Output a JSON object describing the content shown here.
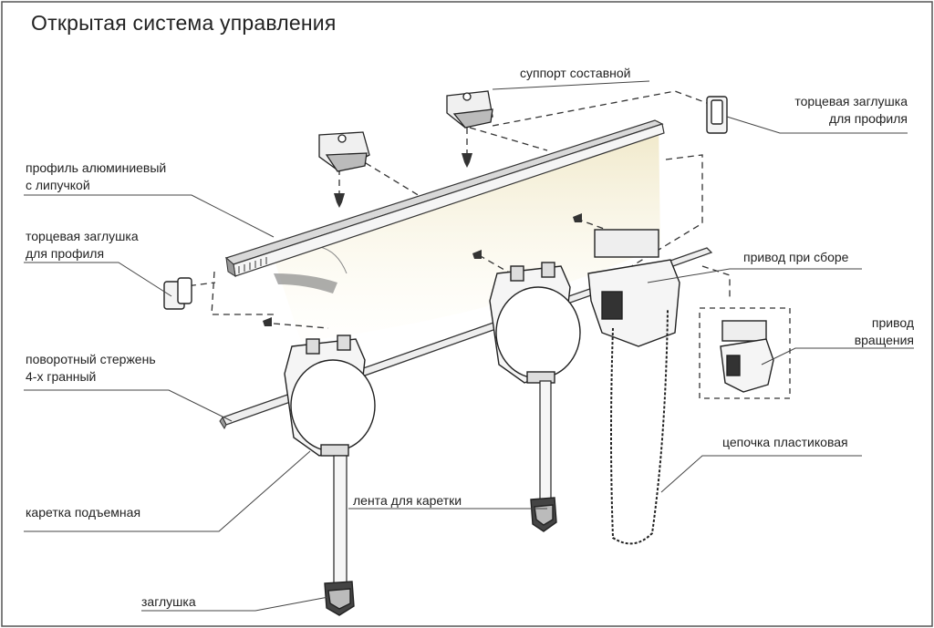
{
  "title": "Открытая система управления",
  "labels": {
    "support": "суппорт составной",
    "end_cap_right": "торцевая заглушка\nдля профиля",
    "profile": "профиль алюминиевый\nс липучкой",
    "end_cap_left": "торцевая заглушка\nдля профиля",
    "drive_assembled": "привод при сборе",
    "drive_rotation": "привод\nвращения",
    "rod": "поворотный стержень\n4-х гранный",
    "chain": "цепочка пластиковая",
    "carriage": "каретка подъемная",
    "tape": "лента для каретки",
    "plug": "заглушка"
  }
}
